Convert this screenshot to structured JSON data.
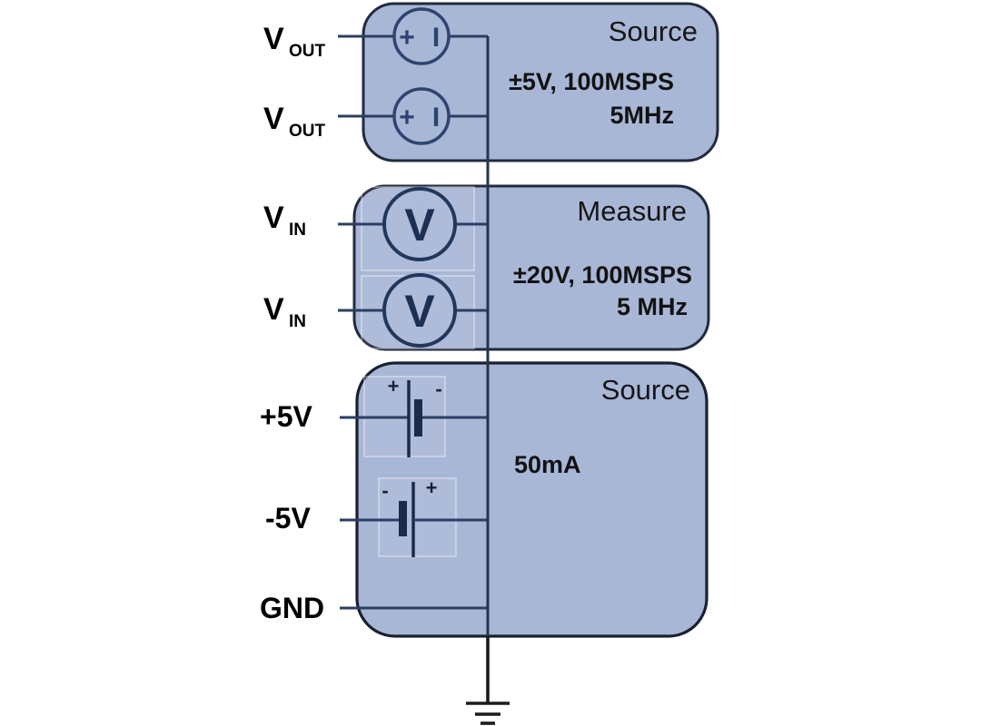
{
  "colors": {
    "block_fill": "#a9b7d7",
    "block_border": "#222b3d",
    "bottom_block_border": "#19202e",
    "wire": "#2b3e63",
    "meter_stroke": "#22375c",
    "battery_plate": "#1d2b4a",
    "ground": "#1c1c1c",
    "text": "#121212"
  },
  "blocks": [
    {
      "name": "source-top",
      "title": "Source",
      "spec1": "±5V, 100MSPS",
      "spec2": "5MHz"
    },
    {
      "name": "measure",
      "title": "Measure",
      "spec1": "±20V, 100MSPS",
      "spec2": "5 MHz"
    },
    {
      "name": "source-bottom",
      "title": "Source",
      "spec1": "50mA"
    }
  ],
  "ports": [
    {
      "main": "V",
      "sub": "OUT"
    },
    {
      "main": "V",
      "sub": "OUT"
    },
    {
      "main": "V",
      "sub": "IN"
    },
    {
      "main": "V",
      "sub": "IN"
    },
    {
      "main": "+5V",
      "sub": ""
    },
    {
      "main": "-5V",
      "sub": ""
    },
    {
      "main": "GND",
      "sub": ""
    }
  ],
  "symbols": {
    "source_plus": "+",
    "source_bar": "I",
    "voltmeter": "V",
    "bat1_left": "+",
    "bat1_right": "-",
    "bat2_left": "-",
    "bat2_right": "+"
  }
}
